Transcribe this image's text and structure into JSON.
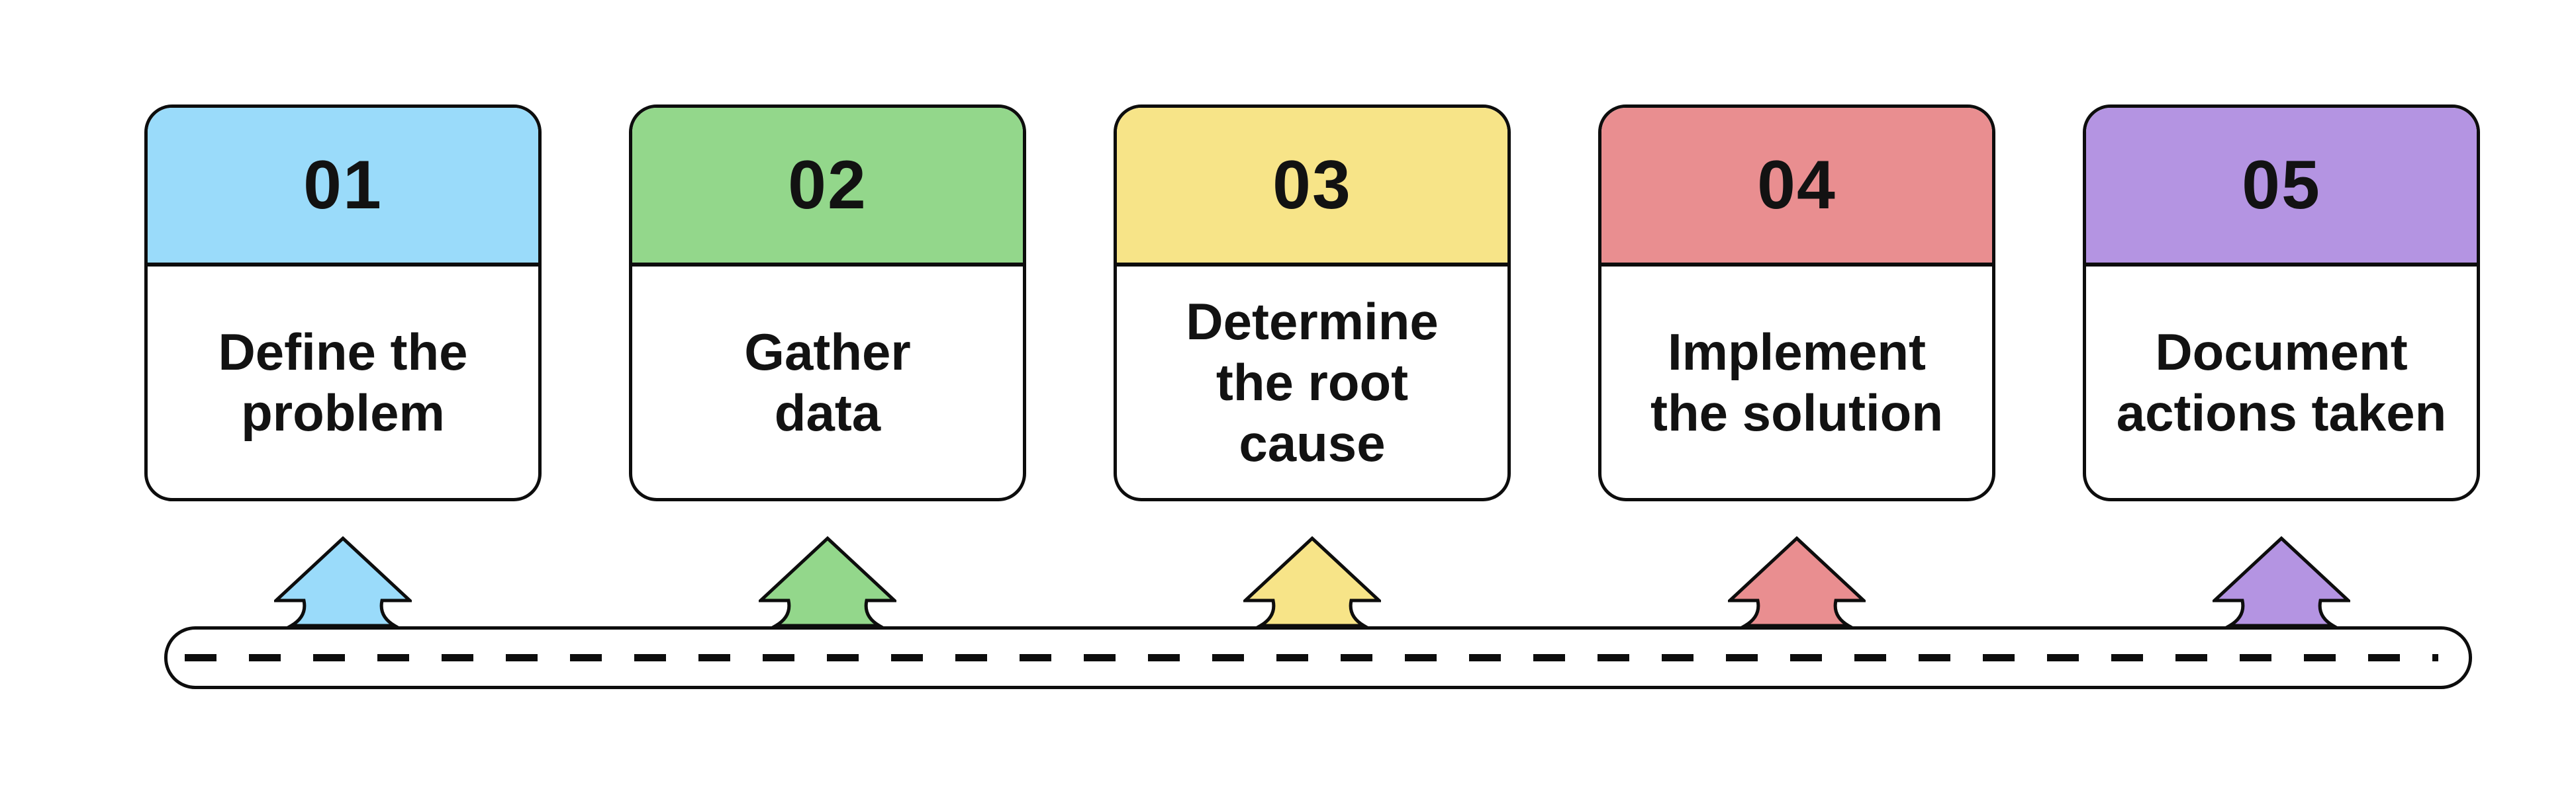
{
  "background": "#ffffff",
  "ink": "#121212",
  "line_color": "#0d0d0d",
  "cards": [
    {
      "number": "01",
      "color": "#9adbfa",
      "lines": [
        "Define the",
        "problem"
      ]
    },
    {
      "number": "02",
      "color": "#93d78b",
      "lines": [
        "Gather",
        "data"
      ]
    },
    {
      "number": "03",
      "color": "#f7e488",
      "lines": [
        "Determine",
        "the root",
        "cause"
      ]
    },
    {
      "number": "04",
      "color": "#e98e90",
      "lines": [
        "Implement",
        "the solution"
      ]
    },
    {
      "number": "05",
      "color": "#b494e2",
      "lines": [
        "Document",
        "actions taken"
      ]
    }
  ]
}
